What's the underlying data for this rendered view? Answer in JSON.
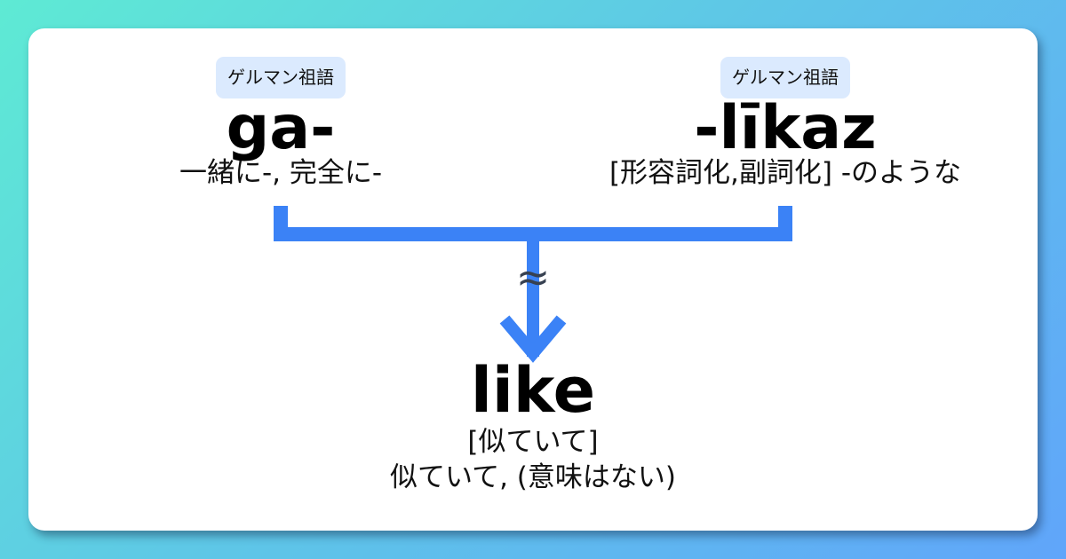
{
  "colors": {
    "background_start": "#5eead4",
    "background_end": "#60a5fa",
    "card": "#ffffff",
    "badge_bg": "#dbeafe",
    "connector": "#3b82f6",
    "approx_symbol": "#374151",
    "text": "#000000"
  },
  "sources": [
    {
      "language_badge": "ゲルマン祖語",
      "word": "ga-",
      "gloss": "一緒に-, 完全に-"
    },
    {
      "language_badge": "ゲルマン祖語",
      "word": "-līkaz",
      "gloss": "[形容詞化,副詞化] -のような"
    }
  ],
  "connector": {
    "relation_symbol": "≈",
    "arrow_direction": "down"
  },
  "result": {
    "word": "like",
    "gloss_literal": "[似ていて]",
    "gloss_meaning": "似ていて, (意味はない)"
  }
}
